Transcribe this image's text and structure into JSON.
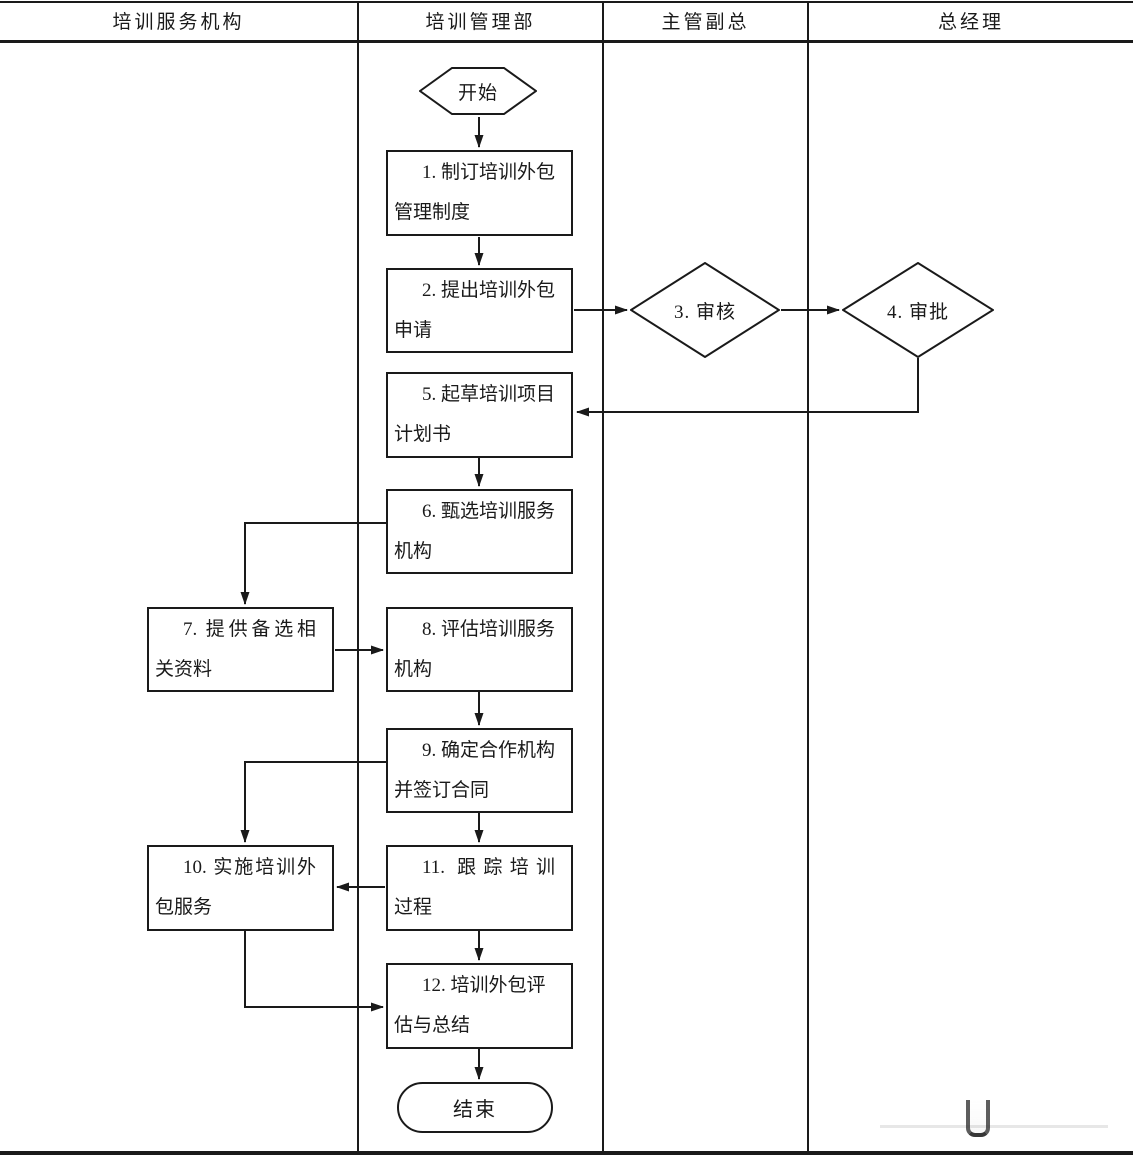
{
  "header": {
    "lanes": [
      "培训服务机构",
      "培训管理部",
      "主管副总",
      "总经理"
    ]
  },
  "nodes": {
    "start": {
      "label": "开始",
      "shape": "hexagon"
    },
    "step1": {
      "line1": "1. 制订培训外包",
      "line2": "管理制度"
    },
    "step2": {
      "line1": "2. 提出培训外包",
      "line2": "申请"
    },
    "step3": {
      "label": "3. 审核",
      "shape": "diamond"
    },
    "step4": {
      "label": "4. 审批",
      "shape": "diamond"
    },
    "step5": {
      "line1": "5. 起草培训项目",
      "line2": "计划书"
    },
    "step6": {
      "line1": "6. 甄选培训服务",
      "line2": "机构"
    },
    "step7": {
      "line1": "7. 提供备选相",
      "line2": "关资料"
    },
    "step8": {
      "line1": "8. 评估培训服务",
      "line2": "机构"
    },
    "step9": {
      "line1": "9. 确定合作机构",
      "line2": "并签订合同"
    },
    "step10": {
      "line1": "10. 实施培训外",
      "line2": "包服务"
    },
    "step11": {
      "line1": "11. 跟踪培训",
      "line2": "过程"
    },
    "step12": {
      "line1": "12. 培训外包评",
      "line2": "估与总结"
    },
    "end": {
      "label": "结束",
      "shape": "stadium"
    }
  },
  "colors": {
    "line": "#1a1a1a",
    "background": "#ffffff"
  }
}
